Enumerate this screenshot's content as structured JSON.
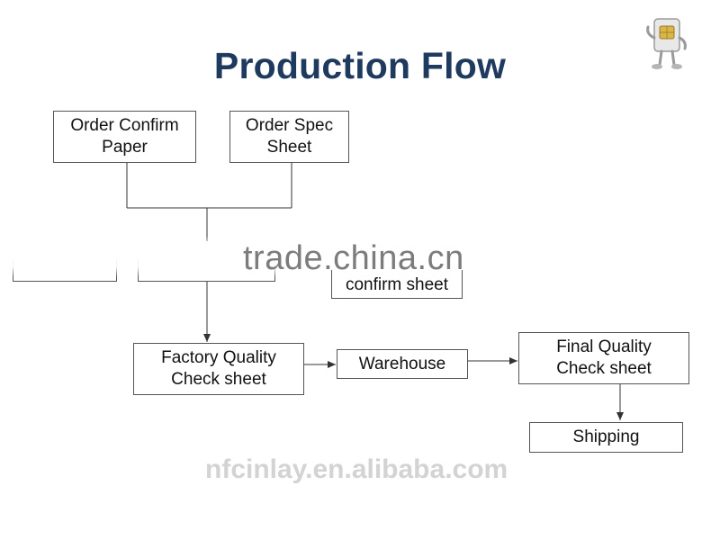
{
  "title": "Production Flow",
  "nodes": {
    "order_confirm_paper": "Order Confirm\nPaper",
    "order_spec_sheet": "Order Spec\nSheet",
    "confirm_sheet": "confirm sheet",
    "factory_quality_check": "Factory Quality\nCheck sheet",
    "warehouse": "Warehouse",
    "final_quality_check": "Final Quality\nCheck sheet",
    "shipping": "Shipping"
  },
  "watermarks": {
    "trade": "trade.china.cn",
    "nfc": "nfcinlay.en.alibaba.com"
  },
  "colors": {
    "title": "#1f3a5f",
    "lines": "#333333",
    "box_border": "#555555"
  },
  "logo_icon": "sim-card-mascot-icon"
}
